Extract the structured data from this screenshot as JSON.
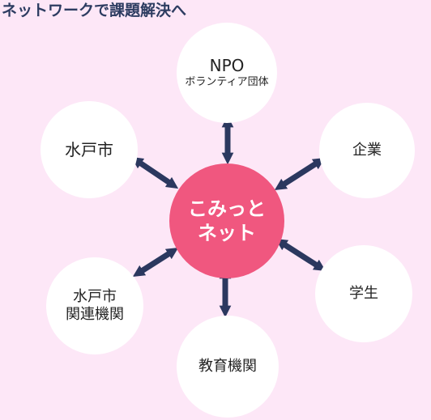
{
  "title": "ネットワークで課題解決へ",
  "colors": {
    "background": "#fde7f7",
    "center_circle": "#f0577f",
    "node_circle": "#ffffff",
    "arrow": "#2b385f",
    "title_text": "#2d3c61"
  },
  "center": {
    "line1": "こみっと",
    "line2": "ネット"
  },
  "nodes": {
    "npo": {
      "line1": "NPO",
      "line2": "ボランティア団体"
    },
    "company": {
      "label": "企業"
    },
    "student": {
      "label": "学生"
    },
    "education": {
      "label": "教育機関"
    },
    "city_org": {
      "line1": "水戸市",
      "line2": "関連機関"
    },
    "city": {
      "label": "水戸市"
    }
  }
}
